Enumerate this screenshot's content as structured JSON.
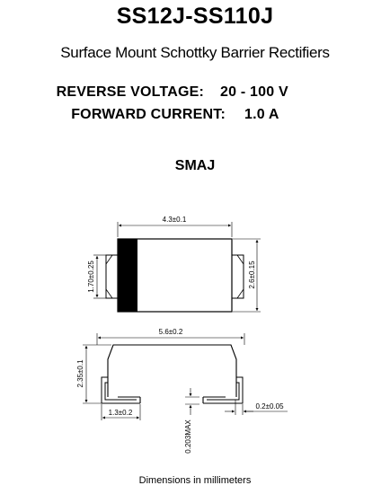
{
  "header": {
    "title": "SS12J-SS110J",
    "subtitle": "Surface Mount Schottky Barrier Rectifiers"
  },
  "specs": {
    "reverse_voltage_label": "REVERSE VOLTAGE:",
    "reverse_voltage_value": "20 - 100 V",
    "forward_current_label": "FORWARD CURRENT:",
    "forward_current_value": "1.0 A"
  },
  "package": {
    "name": "SMAJ"
  },
  "dimensions": {
    "top_width": "4.3±0.1",
    "lead_height": "1.70±0.25",
    "body_height": "2.6±0.15",
    "overall_length": "5.6±0.2",
    "side_height": "2.35±0.1",
    "lead_length": "1.3±0.2",
    "lead_thickness": "0.2±0.05",
    "standoff": "0.203MAX"
  },
  "footer": {
    "note": "Dimensions in millimeters"
  }
}
